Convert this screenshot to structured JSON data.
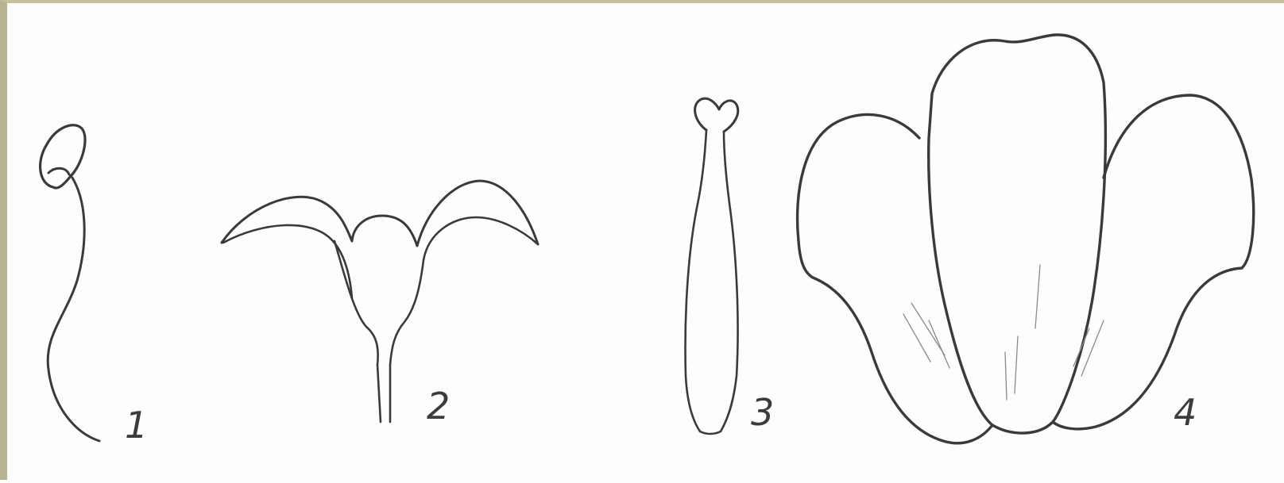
{
  "figures": [
    {
      "number": "1",
      "subject": "stamen"
    },
    {
      "number": "2",
      "subject": "calyx"
    },
    {
      "number": "3",
      "subject": "pistil"
    },
    {
      "number": "4",
      "subject": "corolla"
    }
  ],
  "colors": {
    "ink": "#3a3a3a",
    "paper": "#fdfdfb",
    "plate_edge": "#b7b38f"
  }
}
